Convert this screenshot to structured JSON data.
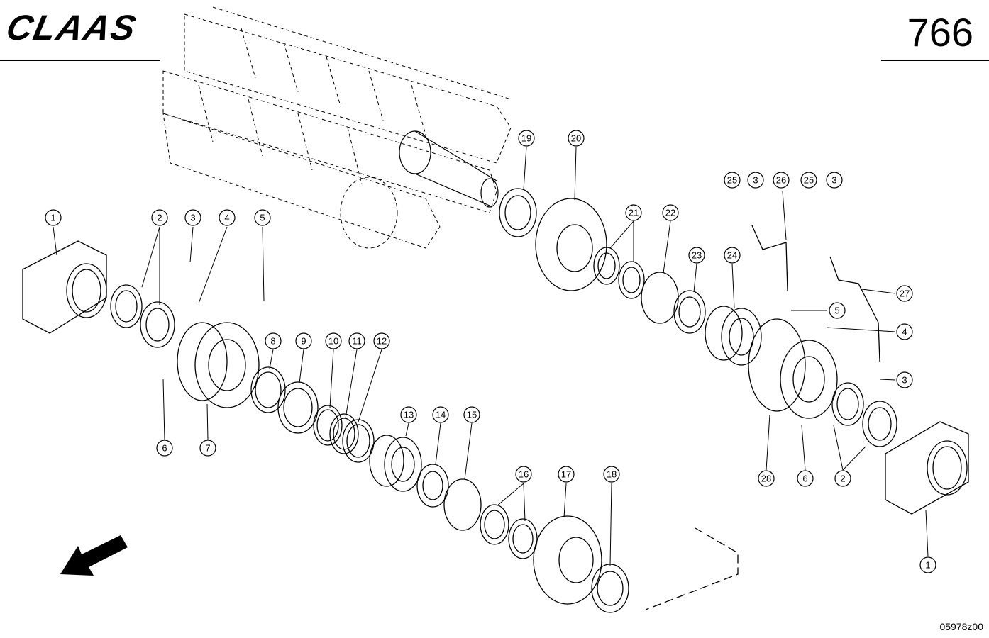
{
  "header": {
    "brand": "CLAAS",
    "page_number": "766"
  },
  "footer": {
    "drawing_code": "05978z00"
  },
  "callouts": [
    "1",
    "2",
    "3",
    "4",
    "5",
    "6",
    "7",
    "8",
    "9",
    "10",
    "11",
    "12",
    "13",
    "14",
    "15",
    "16",
    "17",
    "18",
    "19",
    "20",
    "21",
    "22",
    "23",
    "24",
    "25",
    "3",
    "26",
    "25",
    "3",
    "27",
    "5",
    "4",
    "3",
    "28",
    "6",
    "2",
    "1"
  ],
  "colors": {
    "line": "#000000",
    "background": "#ffffff"
  }
}
